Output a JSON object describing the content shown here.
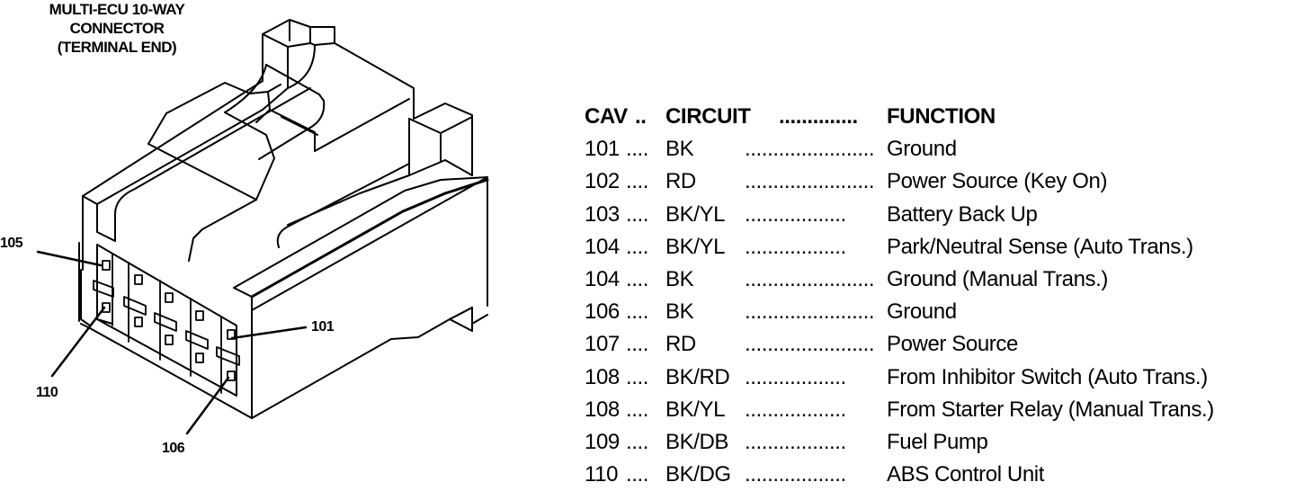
{
  "diagram": {
    "title_lines": [
      "MULTI-ECU 10-WAY",
      "CONNECTOR",
      "(TERMINAL END)"
    ],
    "callouts": {
      "c105": "105",
      "c110": "110",
      "c101": "101",
      "c106": "106"
    }
  },
  "pin_table": {
    "header": {
      "cav": "CAV",
      "sep1": "..",
      "circuit": "CIRCUIT",
      "sep2": "..............",
      "function": "FUNCTION"
    },
    "rows": [
      {
        "cav": "101",
        "sep1": "....",
        "circuit": "BK",
        "sep2": ".......................",
        "function": "Ground"
      },
      {
        "cav": "102",
        "sep1": "....",
        "circuit": "RD",
        "sep2": ".......................",
        "function": "Power Source (Key On)"
      },
      {
        "cav": "103",
        "sep1": "....",
        "circuit": "BK/YL",
        "sep2": "..................",
        "function": "Battery Back Up"
      },
      {
        "cav": "104",
        "sep1": "....",
        "circuit": "BK/YL",
        "sep2": "..................",
        "function": "Park/Neutral Sense (Auto Trans.)"
      },
      {
        "cav": "104",
        "sep1": "....",
        "circuit": "BK",
        "sep2": ".......................",
        "function": "Ground (Manual Trans.)"
      },
      {
        "cav": "106",
        "sep1": "....",
        "circuit": "BK",
        "sep2": ".......................",
        "function": "Ground"
      },
      {
        "cav": "107",
        "sep1": "....",
        "circuit": "RD",
        "sep2": ".......................",
        "function": "Power Source"
      },
      {
        "cav": "108",
        "sep1": "....",
        "circuit": "BK/RD",
        "sep2": "..................",
        "function": "From Inhibitor Switch (Auto Trans.)"
      },
      {
        "cav": "108",
        "sep1": "....",
        "circuit": "BK/YL",
        "sep2": "..................",
        "function": "From Starter Relay (Manual Trans.)"
      },
      {
        "cav": "109",
        "sep1": "....",
        "circuit": "BK/DB",
        "sep2": "..................",
        "function": "Fuel Pump"
      },
      {
        "cav": "110",
        "sep1": "....",
        "circuit": "BK/DG",
        "sep2": "..................",
        "function": "ABS Control Unit"
      }
    ]
  }
}
